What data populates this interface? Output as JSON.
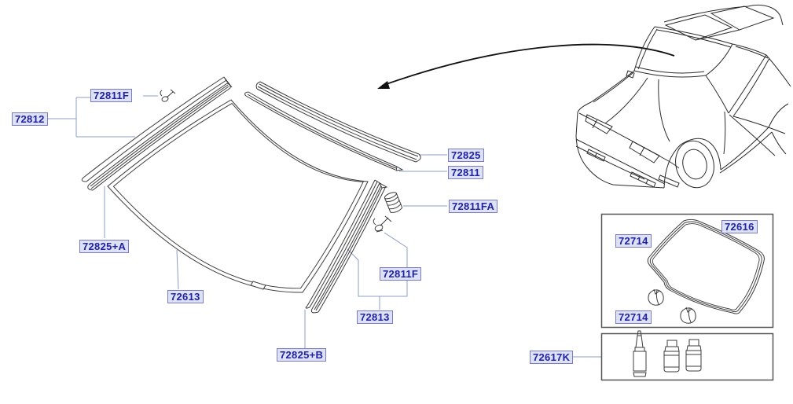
{
  "colors": {
    "background": "#ffffff",
    "label_text": "#2121a3",
    "label_bg": "#dce1f4",
    "label_border": "#7a7ac6",
    "leader_line": "#8d9cc4",
    "drawing_line": "#3c3c3c",
    "arrow": "#111111",
    "box_border": "#555555"
  },
  "part_labels": [
    {
      "id": "72812",
      "text": "72812"
    },
    {
      "id": "72811F-top",
      "text": "72811F"
    },
    {
      "id": "72825+A",
      "text": "72825+A"
    },
    {
      "id": "72613",
      "text": "72613"
    },
    {
      "id": "72825+B",
      "text": "72825+B"
    },
    {
      "id": "72813",
      "text": "72813"
    },
    {
      "id": "72811F-bottom",
      "text": "72811F"
    },
    {
      "id": "72811FA",
      "text": "72811FA"
    },
    {
      "id": "72825",
      "text": "72825"
    },
    {
      "id": "72811",
      "text": "72811"
    },
    {
      "id": "72616",
      "text": "72616"
    },
    {
      "id": "72714-top",
      "text": "72714"
    },
    {
      "id": "72714-bottom",
      "text": "72714"
    },
    {
      "id": "72617K",
      "text": "72617K"
    }
  ]
}
